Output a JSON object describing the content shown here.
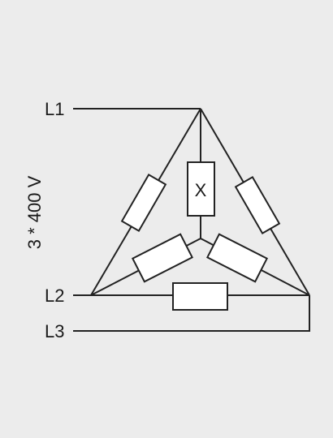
{
  "diagram": {
    "voltage_label": "3 * 400 V",
    "lines": [
      {
        "label": "L1"
      },
      {
        "label": "L2"
      },
      {
        "label": "L3"
      }
    ],
    "center_resistor_mark": "X",
    "colors": {
      "background": "#ececec",
      "wire": "#222222",
      "component_fill": "#ffffff"
    }
  }
}
